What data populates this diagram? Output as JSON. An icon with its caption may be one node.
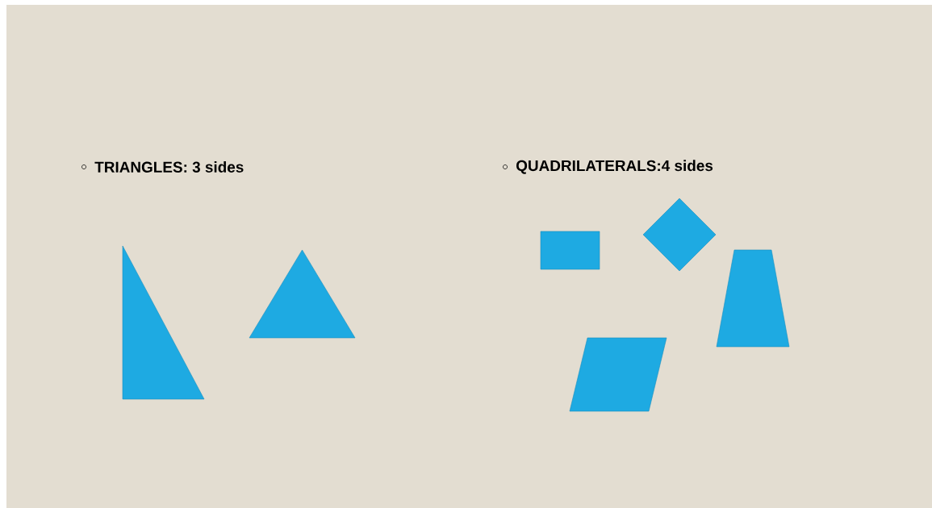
{
  "diagram": {
    "nodes": [
      {
        "text": [],
        "shape": "triangle"
      },
      {
        "text": [],
        "shape": "triangle"
      },
      {
        "text": [],
        "shape": "box"
      },
      {
        "text": [],
        "shape": "diamond"
      },
      {
        "text": [],
        "shape": "trapezoid"
      },
      {
        "text": [],
        "shape": "parallelogram"
      }
    ],
    "labels": [
      "TRIANGLES: 3 sides",
      "QUADRILATERALS:4 sides"
    ]
  }
}
